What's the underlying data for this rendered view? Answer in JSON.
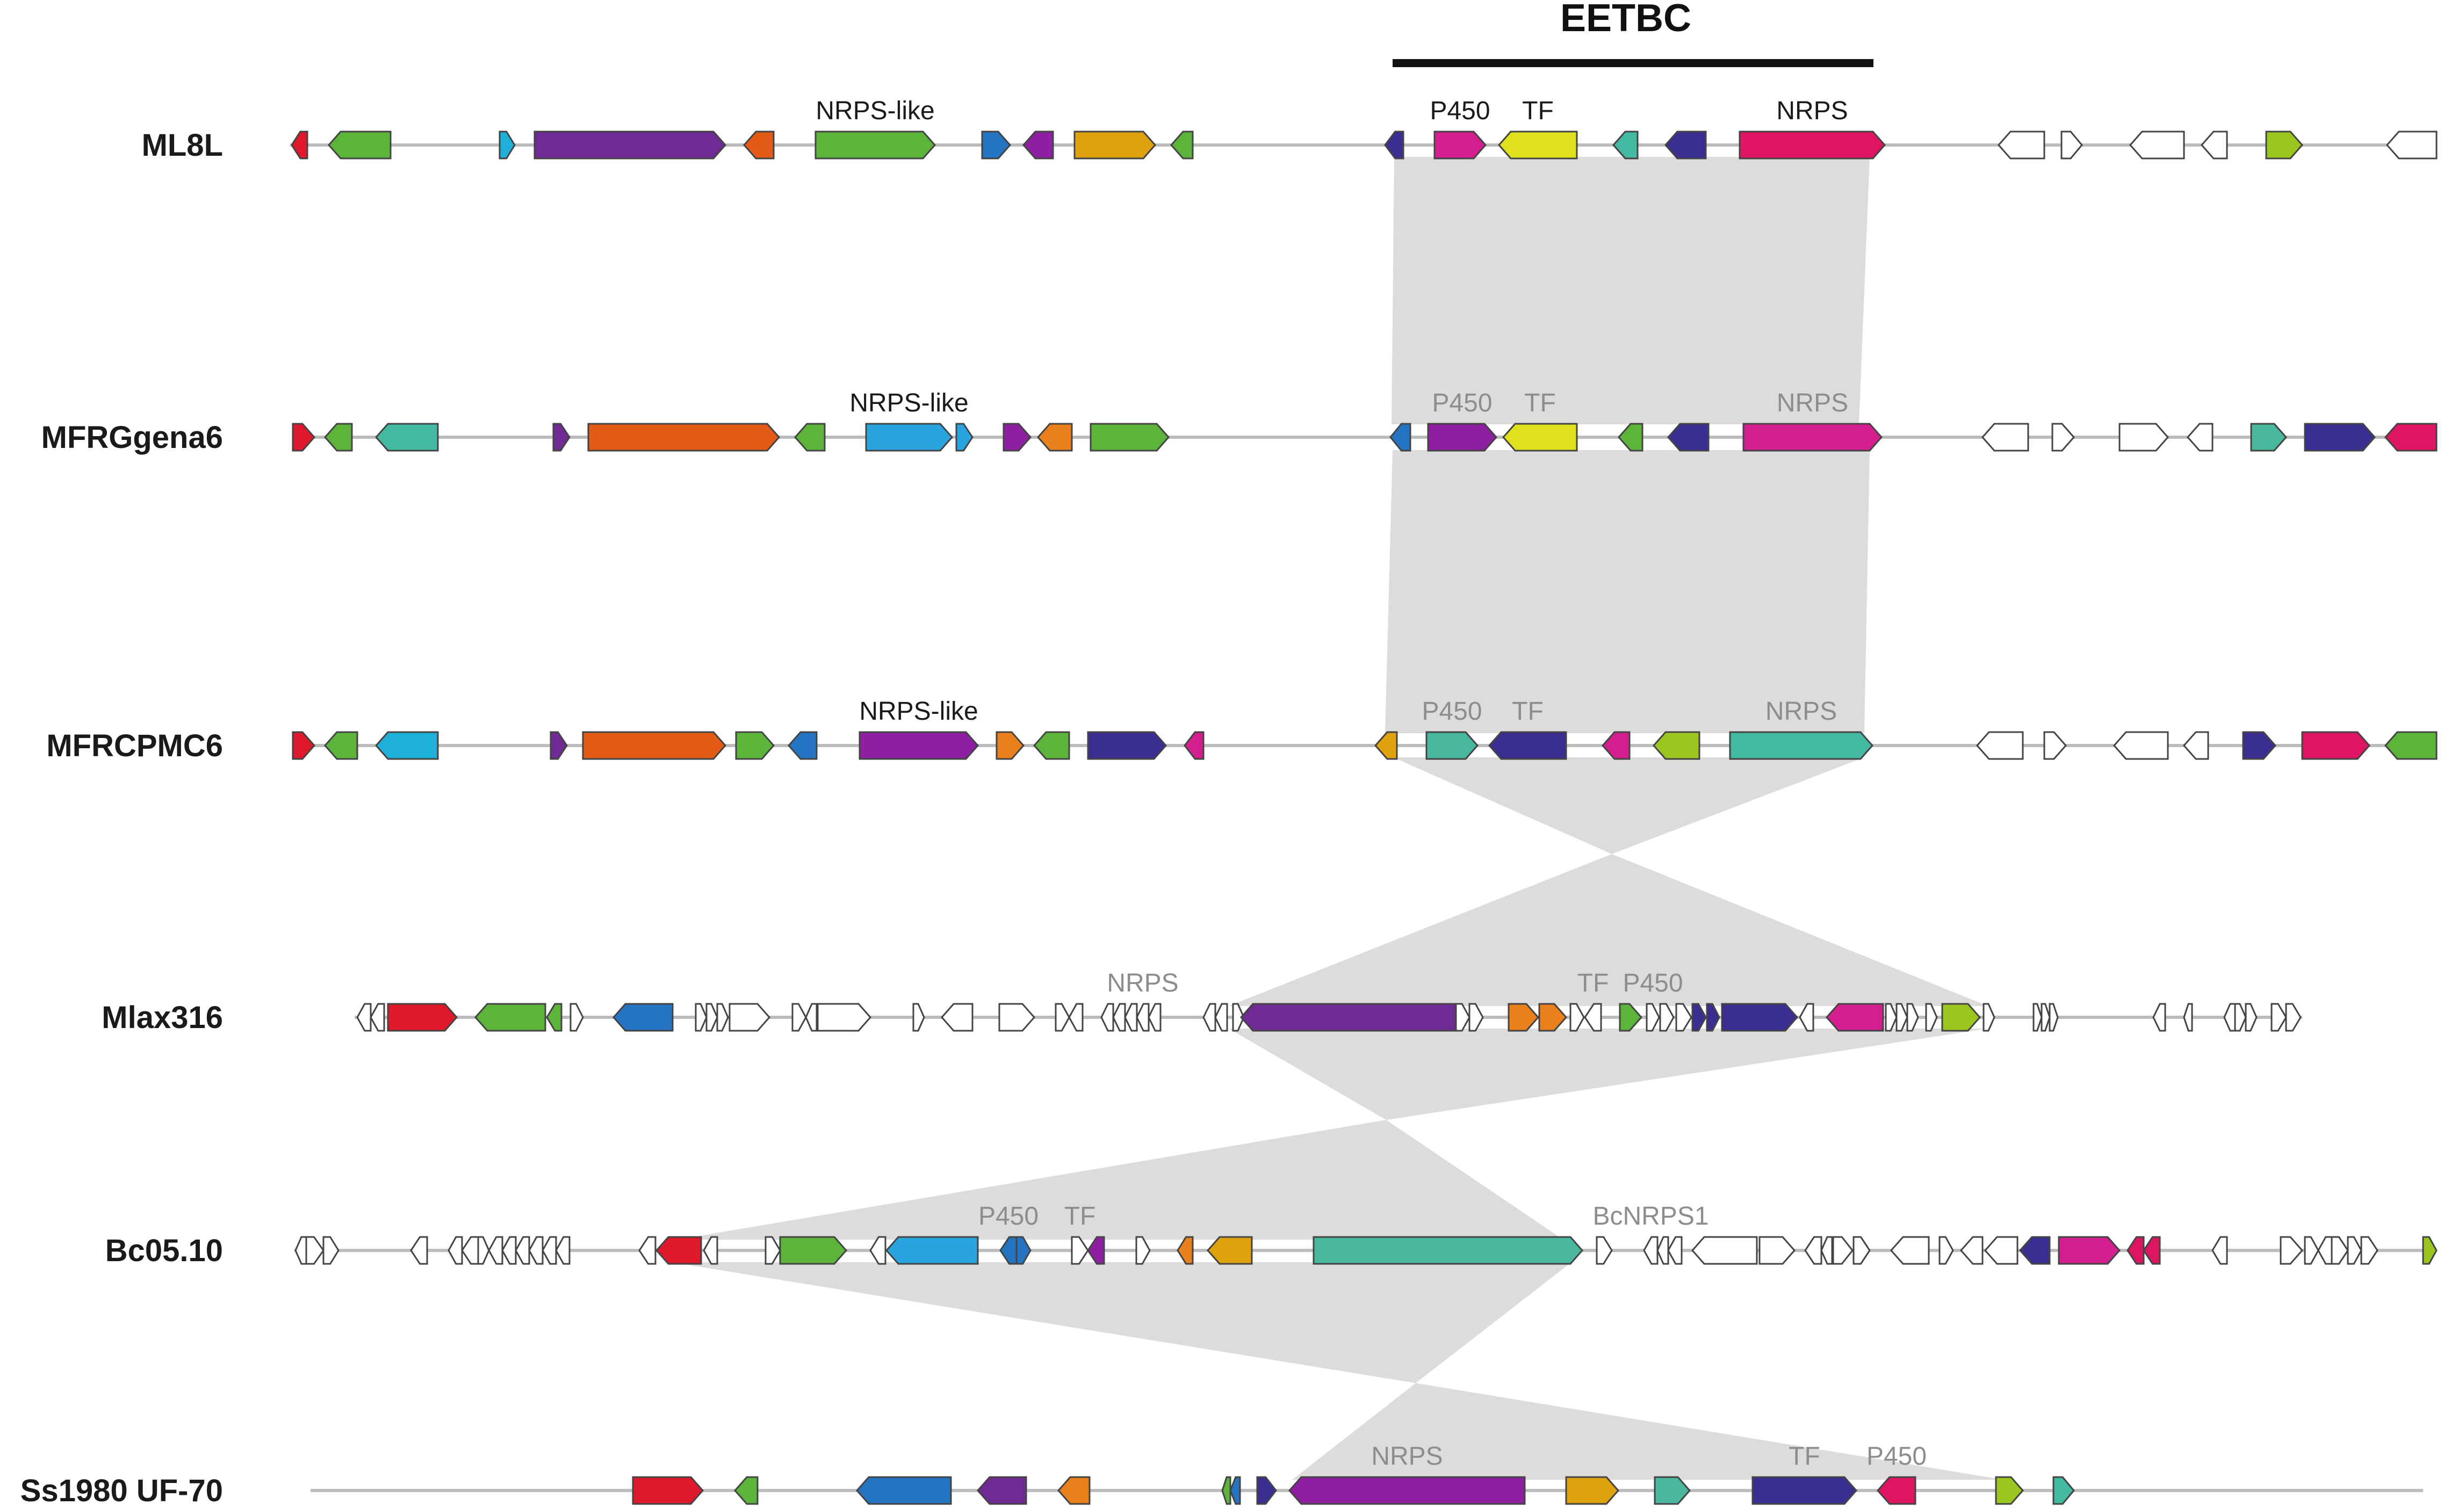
{
  "cluster": {
    "name": "EETBC"
  },
  "colors": {
    "red": "#e0182c",
    "green": "#5cb43b",
    "teal": "#44b9a2",
    "cyan": "#1fb0d9",
    "purple": "#6f2a93",
    "magenta": "#d41e8f",
    "orange": "#e9801d",
    "dkorange": "#e45a17",
    "gold": "#e0a10e",
    "blue": "#2474c1",
    "indigo": "#3b2e92",
    "yellow": "#dfe11d",
    "lime": "#9ac71f",
    "crimson": "#de1560",
    "sky": "#2aa4df",
    "violet": "#8e1fa1",
    "seafoam": "#48b79b",
    "white": "#ffffff",
    "shade": "#dedcda",
    "backbone": "#bdbdbd",
    "outline": "#444444"
  },
  "strains": [
    {
      "id": "ML8L",
      "name": "ML8L",
      "labels": [
        {
          "text": "NRPS-like",
          "gene": 5,
          "tone": "dark"
        },
        {
          "text": "P450",
          "gene": 11,
          "tone": "dark"
        },
        {
          "text": "TF",
          "gene": 12,
          "tone": "dark"
        },
        {
          "text": "NRPS",
          "gene": 15,
          "tone": "dark"
        }
      ]
    },
    {
      "id": "MFRGgena6",
      "name": "MFRGgena6",
      "labels": [
        {
          "text": "NRPS-like",
          "gene": 6,
          "tone": "dark"
        },
        {
          "text": "P450",
          "gene": 12,
          "tone": "grey"
        },
        {
          "text": "TF",
          "gene": 13,
          "tone": "grey"
        },
        {
          "text": "NRPS",
          "gene": 16,
          "tone": "grey"
        }
      ]
    },
    {
      "id": "MFRCPMC6",
      "name": "MFRCPMC6",
      "labels": [
        {
          "text": "NRPS-like",
          "gene": 7,
          "tone": "dark"
        },
        {
          "text": "P450",
          "gene": 13,
          "tone": "grey"
        },
        {
          "text": "TF",
          "gene": 14,
          "tone": "grey"
        },
        {
          "text": "NRPS",
          "gene": 17,
          "tone": "grey"
        }
      ]
    },
    {
      "id": "Mlax316",
      "name": "Mlax316",
      "labels": [
        {
          "text": "NRPS",
          "gene": 22,
          "tone": "grey"
        },
        {
          "text": "TF",
          "gene": 33,
          "tone": "grey"
        },
        {
          "text": "P450",
          "gene": 35,
          "tone": "grey"
        }
      ]
    },
    {
      "id": "Bc0510",
      "name": "Bc05.10",
      "labels": [
        {
          "text": "P450",
          "gene": 20,
          "tone": "grey"
        },
        {
          "text": "TF",
          "gene": 22,
          "tone": "grey"
        },
        {
          "text": "BcNRPS1",
          "gene": 29,
          "tone": "grey"
        }
      ]
    },
    {
      "id": "Ss1980",
      "name": "Ss1980 UF-70",
      "labels": [
        {
          "text": "NRPS",
          "gene": 8,
          "tone": "grey"
        },
        {
          "text": "TF",
          "gene": 11,
          "tone": "grey"
        },
        {
          "text": "P450",
          "gene": 12,
          "tone": "grey"
        }
      ]
    }
  ]
}
